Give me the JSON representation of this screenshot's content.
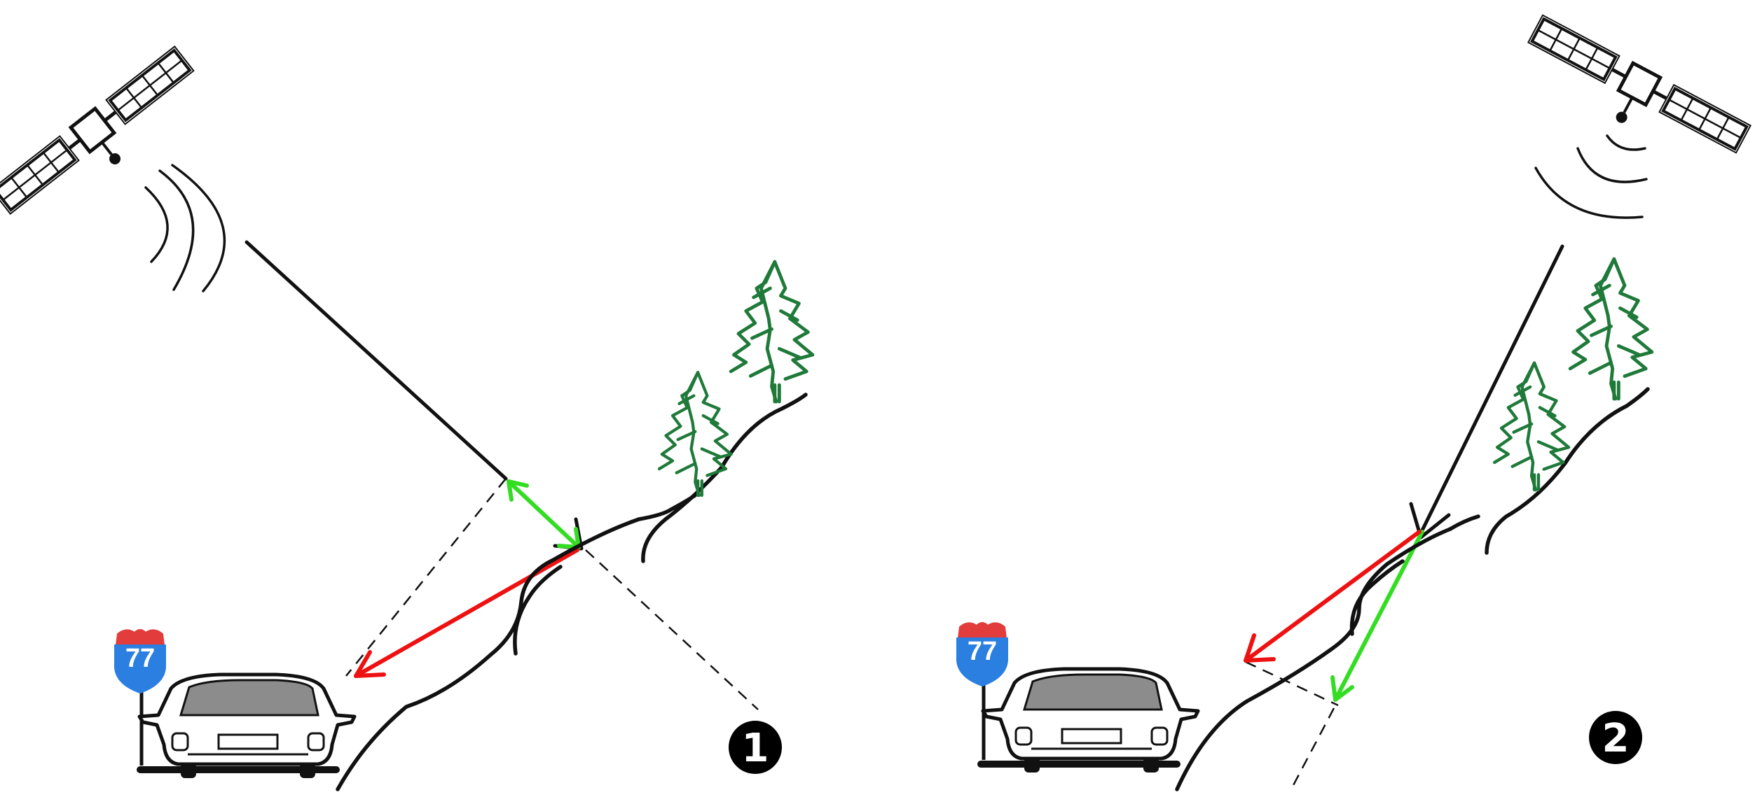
{
  "colors": {
    "ink": "#111111",
    "green_arrow": "#33dd22",
    "red_arrow": "#ee1111",
    "tree": "#1f7a3a",
    "shield_blue": "#2a7fe0",
    "shield_red": "#e23c3c",
    "windshield": "#8c8c8c"
  },
  "panels": [
    {
      "id": "panel-1",
      "badge": "1",
      "road_sign_number": "77",
      "icons": [
        "satellite-icon",
        "signal-waves-icon",
        "car-icon",
        "interstate-shield-icon",
        "pine-tree-icon"
      ]
    },
    {
      "id": "panel-2",
      "badge": "2",
      "road_sign_number": "77",
      "icons": [
        "satellite-icon",
        "signal-waves-icon",
        "car-icon",
        "interstate-shield-icon",
        "pine-tree-icon"
      ]
    }
  ]
}
